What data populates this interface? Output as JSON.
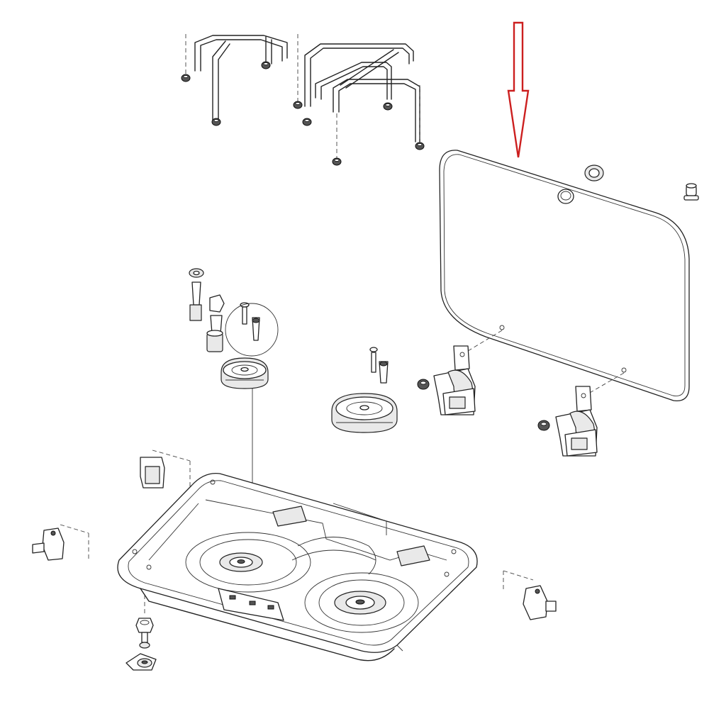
{
  "diagram": {
    "parts": [
      "pan-support-left",
      "pan-support-right",
      "glass-lid",
      "lid-hinge-left",
      "lid-hinge-right",
      "burner-small",
      "burner-large",
      "hob-tray",
      "mounting-clip"
    ],
    "highlight_color": "#cc1f1f",
    "line_color": "#222222"
  }
}
